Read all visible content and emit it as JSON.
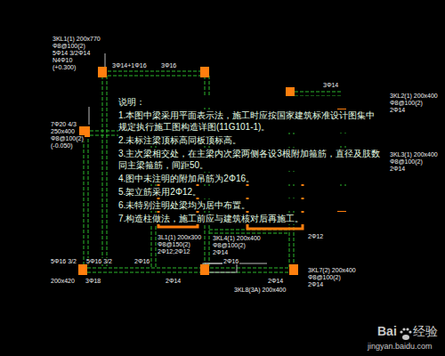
{
  "diagram": {
    "labels": [
      "3KL1(1) 200x770",
      "Φ8@100(2)",
      "5Φ14 3/2Φ14",
      "N4Φ10",
      "(+0.300)",
      "3Φ14+1Φ16",
      "3Φ16",
      "3Φ14",
      "3KL2(1) 200x400",
      "Φ8@100(2)",
      "2Φ14",
      "7Φ20 4/3",
      "250x400",
      "Φ8@100(2)",
      "(-0.050)",
      "3KL3(1) 200x400",
      "Φ8@100(2)",
      "2Φ14",
      "说明：",
      "1.本图中梁采用平面表示法，施工时应按国家建筑标准设计图集中规定执行施工图构造详图(11G101-1)。",
      "2.未标注梁顶标高同板顶标高。",
      "3.主次梁相交处，在主梁内次梁两侧各设3根附加箍筋，直径及肢数同主梁箍筋，间距50。",
      "4.图中未注明的附加吊筋为2Φ16。",
      "5.架立筋采用2Φ12。",
      "6.未特别注明处梁均为居中布置。",
      "7.构造柱做法，施工前应与建筑核对后再施工。",
      "3L1(1) 200x300",
      "Φ8@150(2)",
      "2Φ12;2Φ12",
      "3KL4(1) 200x400",
      "Φ8@100(2)",
      "2Φ14",
      "2Φ12",
      "5Φ16 3/2",
      "5Φ16 3/2",
      "200x420",
      "3Φ18",
      "2Φ16",
      "2Φ14",
      "2Φ16",
      "2Φ14",
      "3KL8(3A) 200x400",
      "3KL7(2) 200x400",
      "Φ8@100(2)",
      "2Φ14",
      "Bai",
      "经验",
      "jingyan.baidu.com"
    ]
  }
}
